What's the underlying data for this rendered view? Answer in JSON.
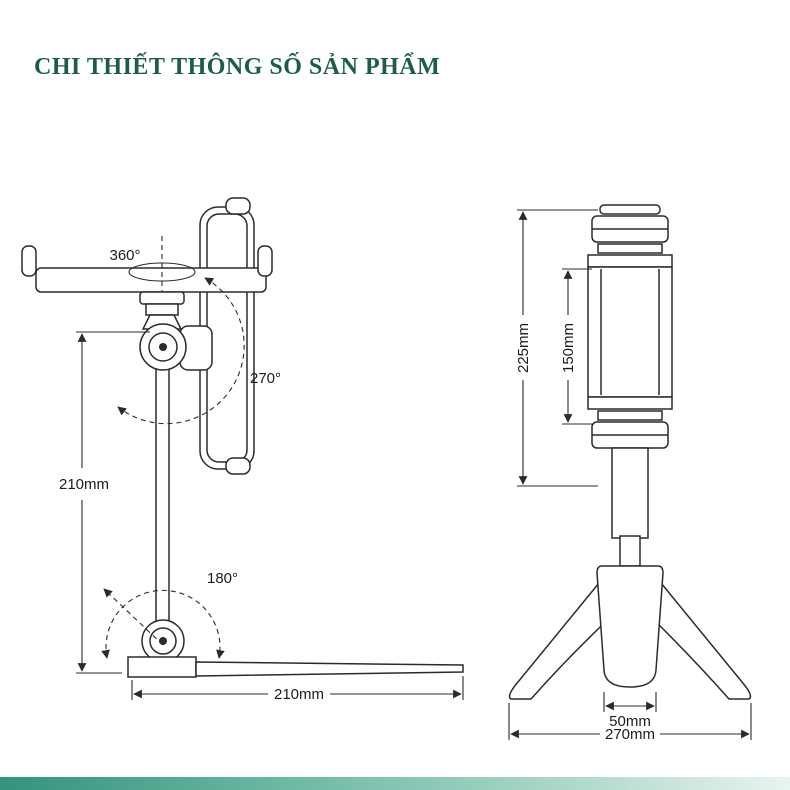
{
  "page": {
    "title": "CHI THIẾT THÔNG SỐ SẢN PHẨM"
  },
  "colors": {
    "title": "#1d5c4b",
    "line": "#2b2b2b",
    "footer_gradient_start": "#35937c",
    "footer_gradient_end": "#e8f4ef"
  },
  "left_diagram": {
    "description": "articulating arm stand side view",
    "rotation_top": "360°",
    "rotation_middle": "270°",
    "rotation_bottom": "180°",
    "height_dim": "210mm",
    "base_dim": "210mm"
  },
  "right_diagram": {
    "description": "tripod grip holder front view",
    "overall_height_dim": "225mm",
    "clamp_height_dim": "150mm",
    "grip_width_dim": "50mm",
    "base_width_dim": "270mm"
  }
}
